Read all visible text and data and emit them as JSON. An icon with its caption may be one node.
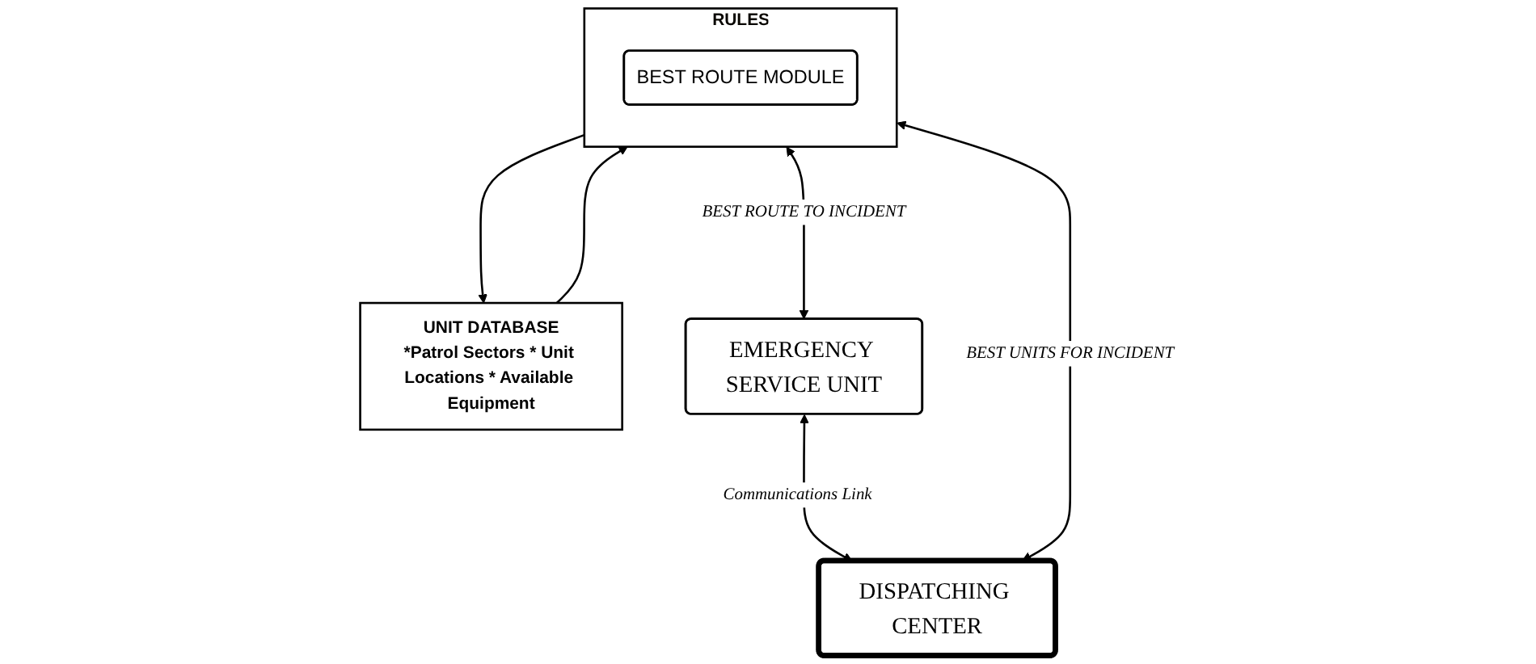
{
  "diagram": {
    "nodes": [
      {
        "text": [
          "RULES"
        ]
      },
      {
        "text": [
          "BEST ROUTE MODULE"
        ],
        "in": 0
      },
      {
        "text": [
          "UNIT DATABASE",
          "*Patrol Sectors * Unit Locations * Available Equipment"
        ]
      },
      {
        "text": [
          "EMERGENCY SERVICE UNIT"
        ]
      },
      {
        "text": [
          "DISPATCHING CENTER"
        ]
      }
    ],
    "edges": [
      {
        "from": 0,
        "to": 3,
        "arrow": "both",
        "label": "BEST ROUTE TO INCIDENT"
      },
      {
        "from": 0,
        "to": 4,
        "arrow": "both",
        "label": "BEST UNITS FOR INCIDENT"
      },
      {
        "from": 0,
        "to": 2,
        "arrow": "to"
      },
      {
        "from": 2,
        "to": 0,
        "arrow": "to"
      },
      {
        "from": 3,
        "to": 4,
        "arrow": "both",
        "label": "Communications Link"
      }
    ]
  }
}
